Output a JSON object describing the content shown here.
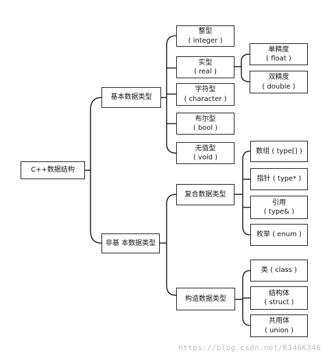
{
  "nodes": {
    "root": {
      "line1": "C++数据结构",
      "line2": ""
    },
    "basic": {
      "line1": "基本数据类型",
      "line2": ""
    },
    "nonbasic": {
      "line1": "非基 本数据类型",
      "line2": ""
    },
    "integer": {
      "line1": "整型",
      "line2": "( integer )"
    },
    "real": {
      "line1": "实型",
      "line2": "( real )"
    },
    "float": {
      "line1": "单精度",
      "line2": "( float )"
    },
    "double": {
      "line1": "双精度",
      "line2": "( double )"
    },
    "character": {
      "line1": "字符型",
      "line2": "( character )"
    },
    "bool": {
      "line1": "布尔型",
      "line2": "( bool )"
    },
    "void": {
      "line1": "无值型",
      "line2": "( void )"
    },
    "composite": {
      "line1": "复合数据类型",
      "line2": ""
    },
    "array": {
      "line1": "数组 ( type[] )",
      "line2": ""
    },
    "pointer": {
      "line1": "指针 ( type* )",
      "line2": ""
    },
    "reference": {
      "line1": "引用",
      "line2": "( type& )"
    },
    "enum": {
      "line1": "枚举 ( enum )",
      "line2": ""
    },
    "constructed": {
      "line1": "构造数据类型",
      "line2": ""
    },
    "class": {
      "line1": "类 ( class )",
      "line2": ""
    },
    "struct": {
      "line1": "结构体",
      "line2": "( struct )"
    },
    "union": {
      "line1": "共用体",
      "line2": "( union )"
    }
  },
  "watermark": "https://blog.csdn.net/K346K346"
}
